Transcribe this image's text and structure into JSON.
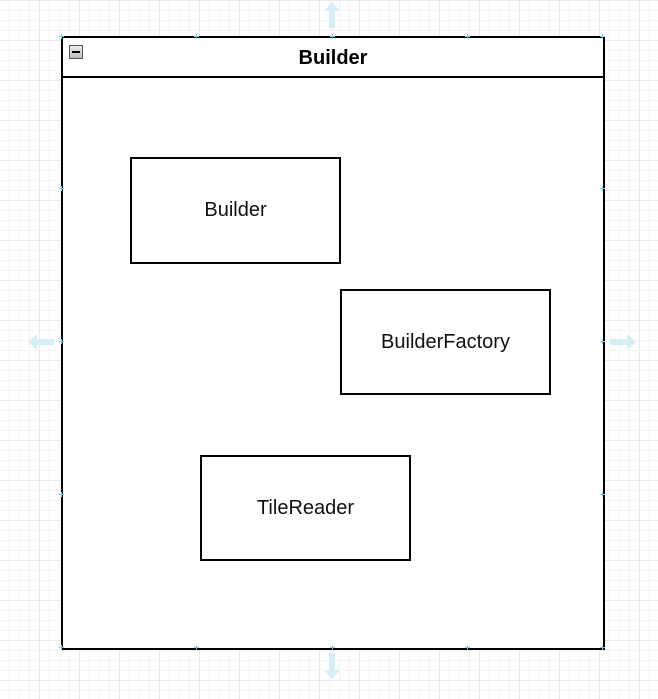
{
  "diagram": {
    "container": {
      "title": "Builder",
      "collapse_icon": "minus-icon"
    },
    "shapes": [
      {
        "id": "builder",
        "label": "Builder"
      },
      {
        "id": "builder-factory",
        "label": "BuilderFactory"
      },
      {
        "id": "tile-reader",
        "label": "TileReader"
      }
    ]
  },
  "colors": {
    "grid": "#e9e9e9",
    "stroke": "#000000",
    "arrow_hint": "#d6eef8",
    "handle": "#7ec8e8"
  }
}
